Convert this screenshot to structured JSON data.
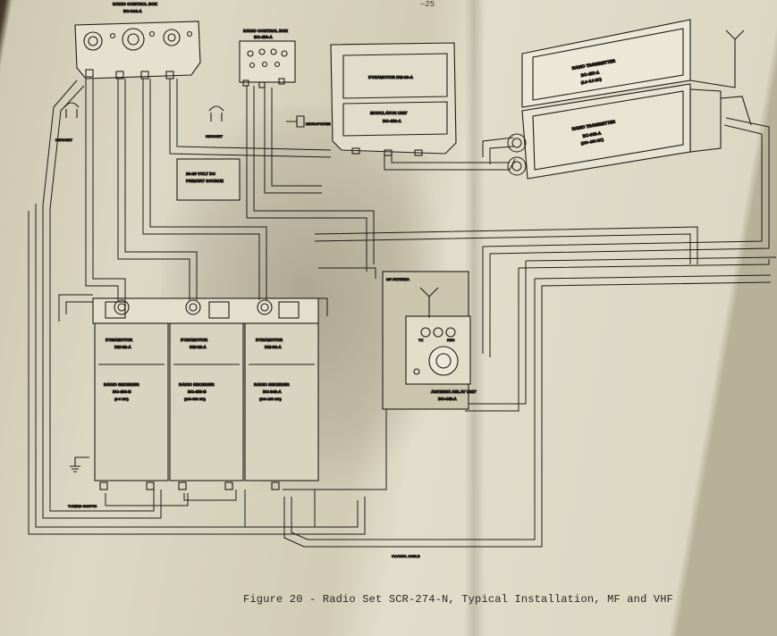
{
  "page_number_fragment": "—25",
  "caption": "Figure 20 - Radio Set SCR-274-N, Typical Installation, MF and VHF",
  "control_box_1": {
    "title": "RADIO CONTROL BOX",
    "model": "BC-944-A"
  },
  "control_box_2": {
    "title": "RADIO CONTROL BOX",
    "model": "BC-450-A"
  },
  "headset_left": "HEADSET",
  "headset_right": "HEADSET",
  "microphone": "MICROPHONE",
  "modulator": {
    "dynamotor": "DYNAMOTOR DM-33-A",
    "unit": "MODULATOR UNIT",
    "model": "BC-456-A"
  },
  "transmitter_1": {
    "title": "RADIO TRANSMITTER",
    "model": "BC-457-A",
    "range": "(4.0–5.3 MC)"
  },
  "transmitter_2": {
    "title": "RADIO TRANSMITTER",
    "model": "BC-640-A",
    "range": "(100–156 MC)"
  },
  "power_source": {
    "line1": "24-28 VOLT DC",
    "line2": "PRIMARY SOURCE"
  },
  "receivers": [
    {
      "dynamotor": "DYNAMOTOR",
      "dyn_model": "DM-32-A",
      "title": "RADIO RECEIVER",
      "model": "BC-454-B",
      "range": "(3-6 MC)"
    },
    {
      "dynamotor": "DYNAMOTOR",
      "dyn_model": "DM-32-A",
      "title": "RADIO RECEIVER",
      "model": "BC-453-B",
      "range": "(190-550 KC)"
    },
    {
      "dynamotor": "DYNAMOTOR",
      "dyn_model": "DM-32-A",
      "title": "RADIO RECEIVER",
      "model": "BC-942-A",
      "range": "(100-156 MC)"
    }
  ],
  "antenna_relay": {
    "antenna": "MF ANTENNA",
    "title": "ANTENNA RELAY UNIT",
    "model": "BC-442-A",
    "tx": "TX",
    "rec": "REC"
  },
  "tuning_shafts": "TUNING SHAFTS",
  "coaxial_cable": "COAXIAL CABLE",
  "colors": {
    "paper": "#dcd7c3",
    "ink": "#1e1b16",
    "shadow": "#2b2418"
  }
}
